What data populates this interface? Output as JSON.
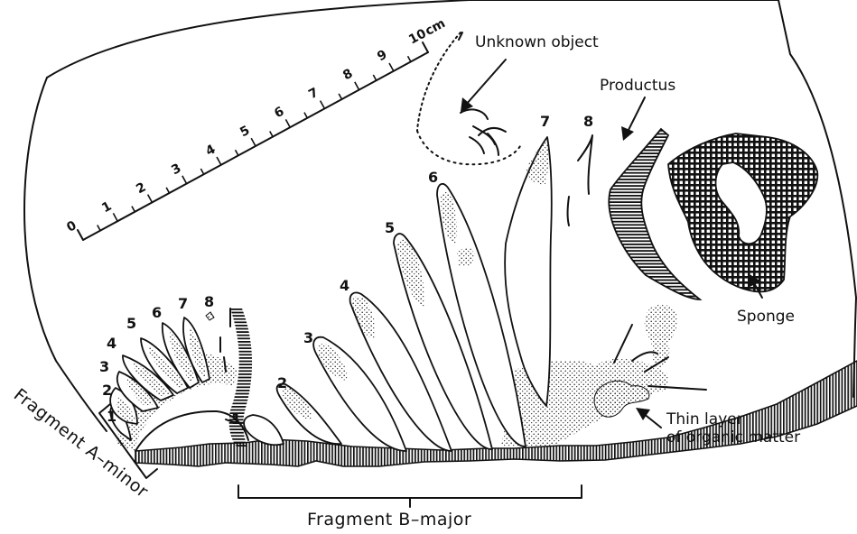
{
  "scale": {
    "ticks": [
      "0",
      "1",
      "2",
      "3",
      "4",
      "5",
      "6",
      "7",
      "8",
      "9",
      "10"
    ],
    "unit": "cm"
  },
  "labels": {
    "unknown_object": "Unknown object",
    "productus": "Productus",
    "sponge": "Sponge",
    "organic_matter_line1": "Thin layer",
    "organic_matter_line2": "of organic matter",
    "fragment_a": "Fragment  A–minor",
    "fragment_b": "Fragment  B–major"
  },
  "fragment_a_numbers": [
    "1",
    "2",
    "3",
    "4",
    "5",
    "6",
    "7",
    "8"
  ],
  "fragment_b_numbers": [
    "1",
    "2",
    "3",
    "4",
    "5",
    "6",
    "7",
    "8"
  ]
}
